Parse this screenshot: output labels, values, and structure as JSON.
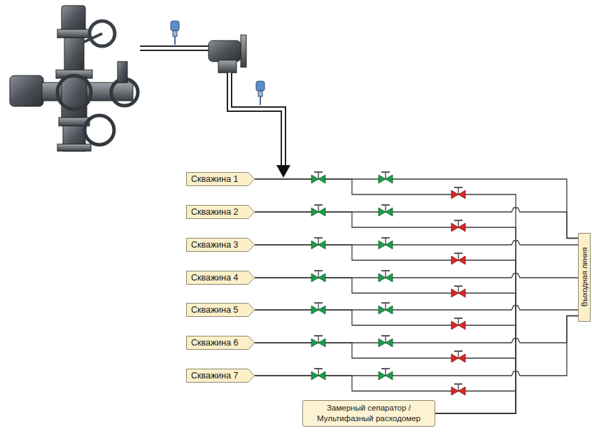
{
  "diagram": {
    "nodes": [
      {
        "text": [
          "Скважина 1"
        ]
      },
      {
        "text": [
          "Скважина 2"
        ]
      },
      {
        "text": [
          "Скважина 3"
        ]
      },
      {
        "text": [
          "Скважина 4"
        ]
      },
      {
        "text": [
          "Скважина 5"
        ]
      },
      {
        "text": [
          "Скважина 6"
        ]
      },
      {
        "text": [
          "Скважина 7"
        ]
      },
      {
        "text": [
          "Выходная линия"
        ]
      },
      {
        "text": [
          "Замерный сепаратор / Мультифазный расходомер"
        ]
      }
    ],
    "edges": [
      {
        "from": 0,
        "to": 7,
        "arrow": "none"
      },
      {
        "from": 0,
        "to": 8,
        "arrow": "none"
      },
      {
        "from": 1,
        "to": 7,
        "arrow": "none"
      },
      {
        "from": 1,
        "to": 8,
        "arrow": "none"
      },
      {
        "from": 2,
        "to": 7,
        "arrow": "none"
      },
      {
        "from": 2,
        "to": 8,
        "arrow": "none"
      },
      {
        "from": 3,
        "to": 7,
        "arrow": "none"
      },
      {
        "from": 3,
        "to": 8,
        "arrow": "none"
      },
      {
        "from": 4,
        "to": 7,
        "arrow": "none"
      },
      {
        "from": 4,
        "to": 8,
        "arrow": "none"
      },
      {
        "from": 5,
        "to": 7,
        "arrow": "none"
      },
      {
        "from": 5,
        "to": 8,
        "arrow": "none"
      },
      {
        "from": 6,
        "to": 7,
        "arrow": "none"
      },
      {
        "from": 6,
        "to": 8,
        "arrow": "none"
      }
    ]
  }
}
